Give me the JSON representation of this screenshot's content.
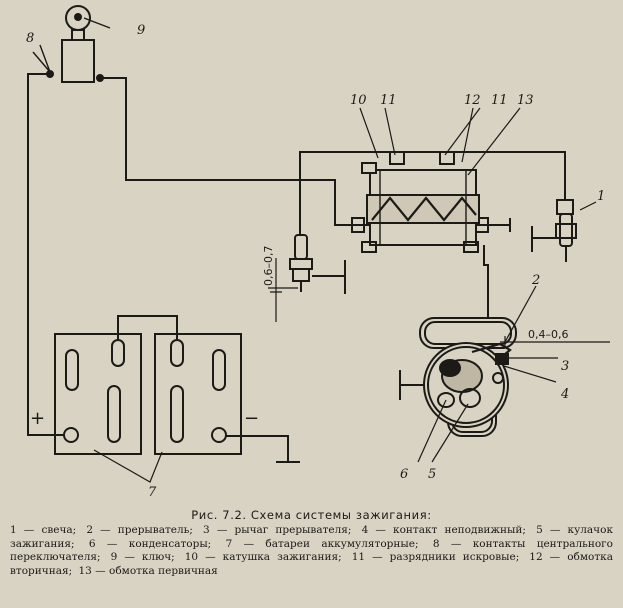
{
  "diagram": {
    "labels": {
      "l1": "1",
      "l2": "2",
      "l3": "3",
      "l4": "4",
      "l5": "5",
      "l6": "6",
      "l7": "7",
      "l8": "8",
      "l9": "9",
      "l10": "10",
      "l11a": "11",
      "l12": "12",
      "l11b": "11",
      "l13": "13"
    },
    "gap_left": "0,6–0,7",
    "gap_right": "0,4–0,6",
    "plus": "+",
    "minus": "−"
  },
  "caption": {
    "title": "Рис. 7.2. Схема системы зажигания:",
    "legend": [
      "1 — свеча;",
      "2 — прерыватель;",
      "3 — рычаг прерывателя;",
      "4 — контакт неподвижный;",
      "5 — кулачок зажигания;",
      "6 — конденсаторы;",
      "7 — батареи аккумуляторные;",
      "8 — контакты центрального переключателя;",
      "9 — ключ;",
      "10 — катушка зажигания;",
      "11 — разрядники искровые;",
      "12 — обмотка вторичная;",
      "13 — обмотка первичная"
    ]
  }
}
